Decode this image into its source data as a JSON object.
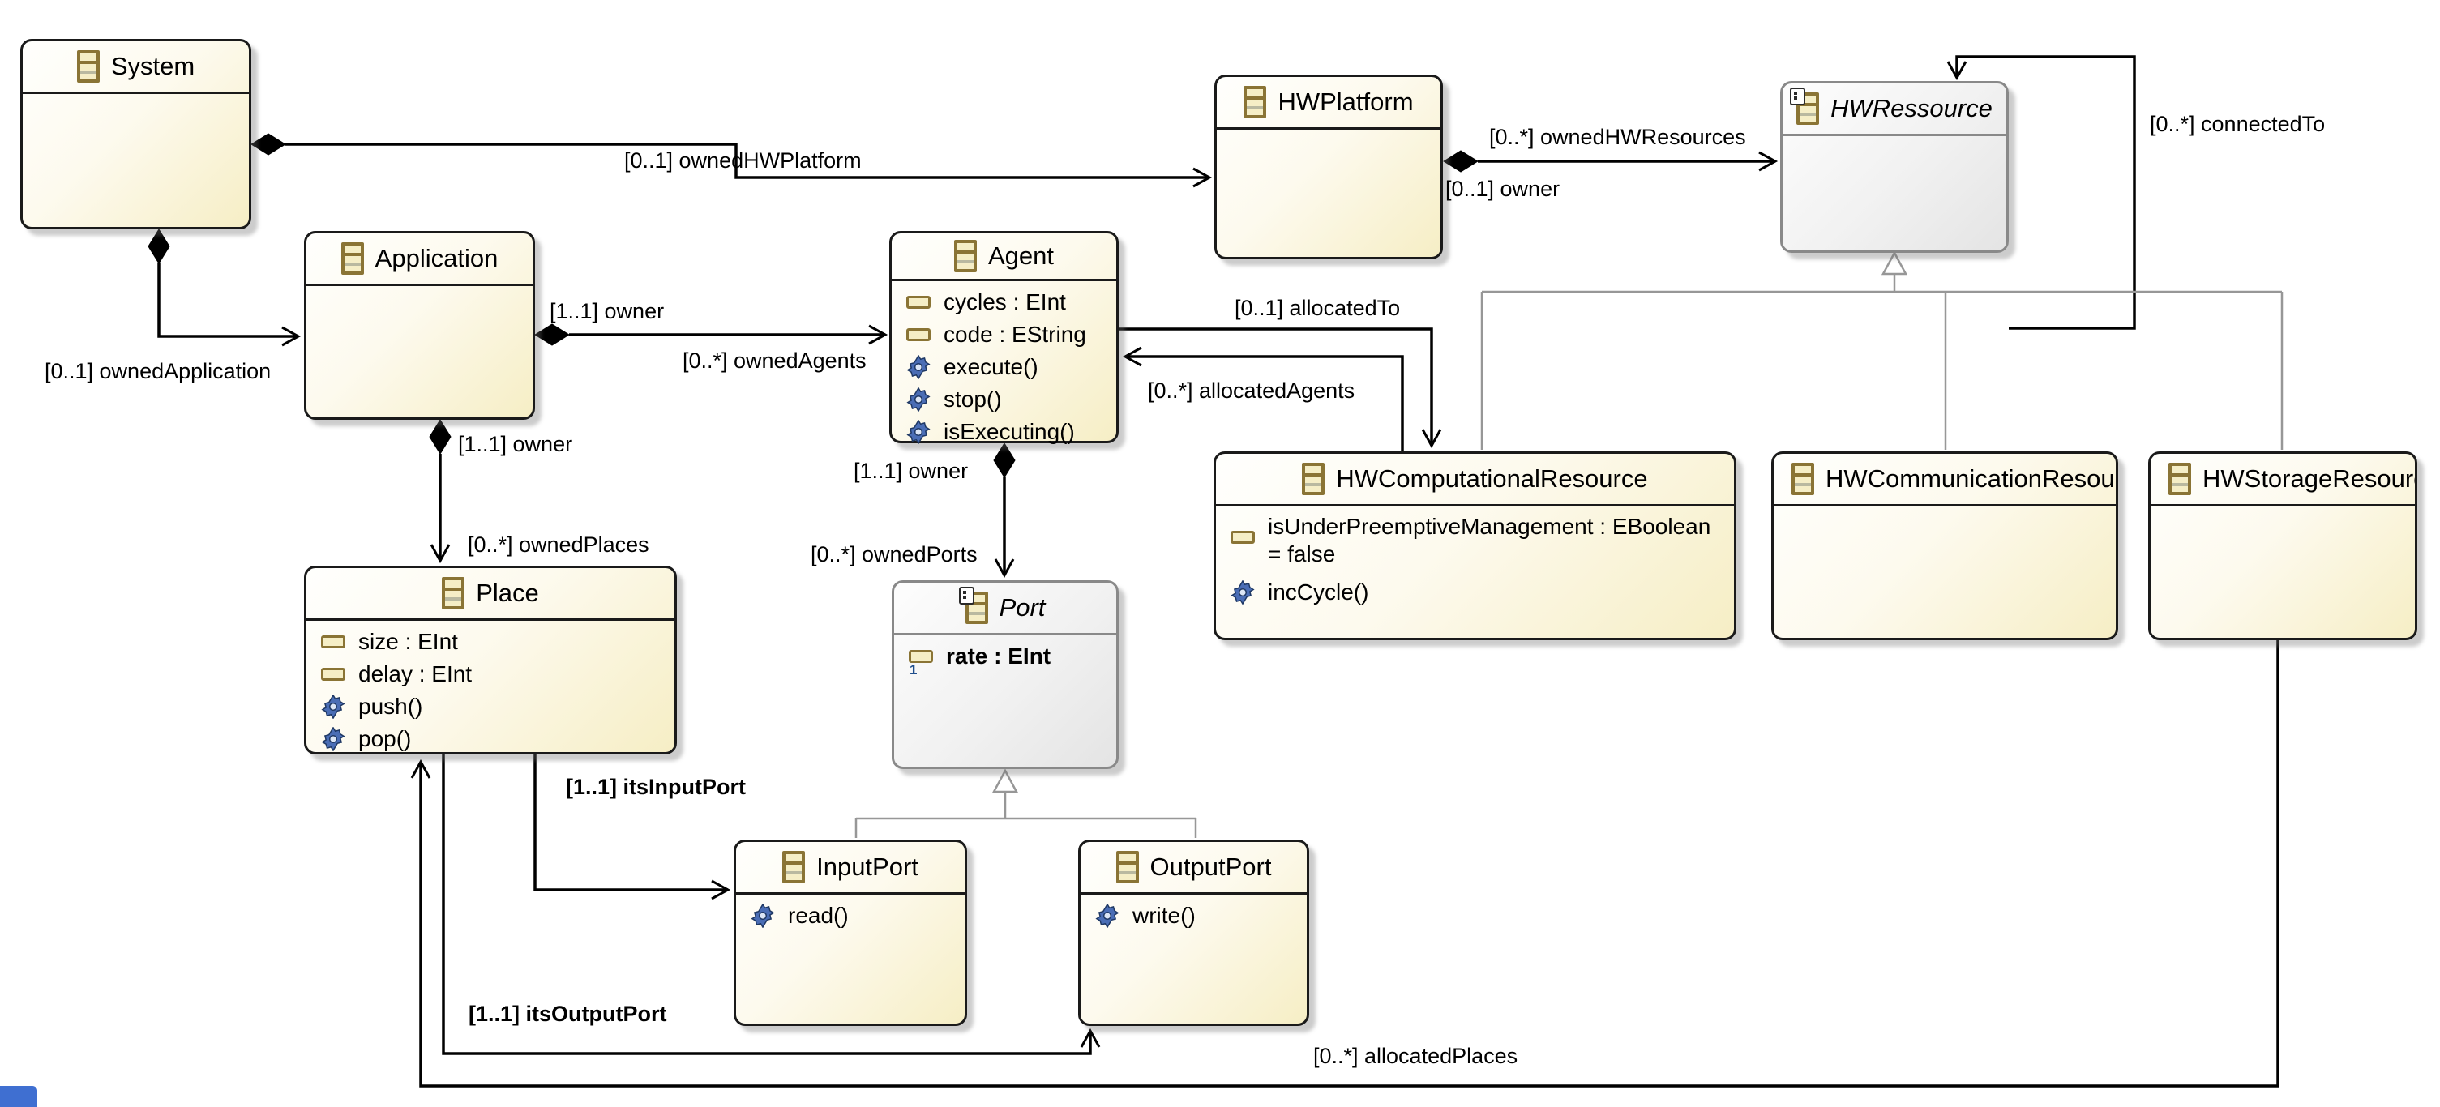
{
  "palette": {
    "class_border": "#1a1a1a",
    "class_fill_start": "#fffffd",
    "class_fill_end": "#f6eec5",
    "abstract_border": "#898989",
    "abstract_fill_end": "#e4e4e4",
    "edge_color": "#000000",
    "generalization_color": "#979797",
    "icon_border": "#8a7435",
    "icon_fill": "#f5eec6",
    "operation_icon_color": "#4a6db5",
    "corner_decoration_blue": "#3f6fd1"
  },
  "icons": {
    "class": "ecore-class-icon",
    "attribute": "ecore-attribute-icon",
    "operation": "ecore-operation-gear-icon",
    "abstract_marker": "annotation-square-icon",
    "multiplicity_one": "1"
  },
  "classes": [
    {
      "name": "System",
      "abstract": false,
      "attributes": [],
      "operations": []
    },
    {
      "name": "Application",
      "abstract": false,
      "attributes": [],
      "operations": []
    },
    {
      "name": "Agent",
      "abstract": false,
      "attributes": [
        "cycles : EInt",
        "code : EString"
      ],
      "operations": [
        "execute()",
        "stop()",
        "isExecuting()"
      ]
    },
    {
      "name": "HWPlatform",
      "abstract": false,
      "attributes": [],
      "operations": []
    },
    {
      "name": "HWRessource",
      "abstract": true,
      "attributes": [],
      "operations": []
    },
    {
      "name": "HWComputationalResource",
      "abstract": false,
      "attributes": [
        "isUnderPreemptiveManagement : EBoolean = false"
      ],
      "operations": [
        "incCycle()"
      ]
    },
    {
      "name": "HWCommunicationResource",
      "abstract": false,
      "attributes": [],
      "operations": []
    },
    {
      "name": "HWStorageResource",
      "abstract": false,
      "attributes": [],
      "operations": []
    },
    {
      "name": "Place",
      "abstract": false,
      "attributes": [
        "size : EInt",
        "delay : EInt"
      ],
      "operations": [
        "push()",
        "pop()"
      ]
    },
    {
      "name": "Port",
      "abstract": true,
      "attributes": [
        "rate : EInt"
      ],
      "operations": []
    },
    {
      "name": "InputPort",
      "abstract": false,
      "attributes": [],
      "operations": [
        "read()"
      ]
    },
    {
      "name": "OutputPort",
      "abstract": false,
      "attributes": [],
      "operations": [
        "write()"
      ]
    }
  ],
  "edge_labels": [
    {
      "text": "[0..1] ownedHWPlatform"
    },
    {
      "text": "[0..1] ownedApplication"
    },
    {
      "text": "[1..1] owner"
    },
    {
      "text": "[0..*] ownedAgents"
    },
    {
      "text": "[1..1] owner"
    },
    {
      "text": "[0..*] ownedPlaces"
    },
    {
      "text": "[1..1] owner"
    },
    {
      "text": "[0..*] ownedPorts"
    },
    {
      "text": "[0..*] ownedHWResources"
    },
    {
      "text": "[0..1] owner"
    },
    {
      "text": "[0..*] connectedTo"
    },
    {
      "text": "[0..1] allocatedTo"
    },
    {
      "text": "[0..*] allocatedAgents"
    },
    {
      "text": "[1..1] itsInputPort"
    },
    {
      "text": "[1..1] itsOutputPort"
    },
    {
      "text": "[0..*] allocatedPlaces"
    }
  ]
}
